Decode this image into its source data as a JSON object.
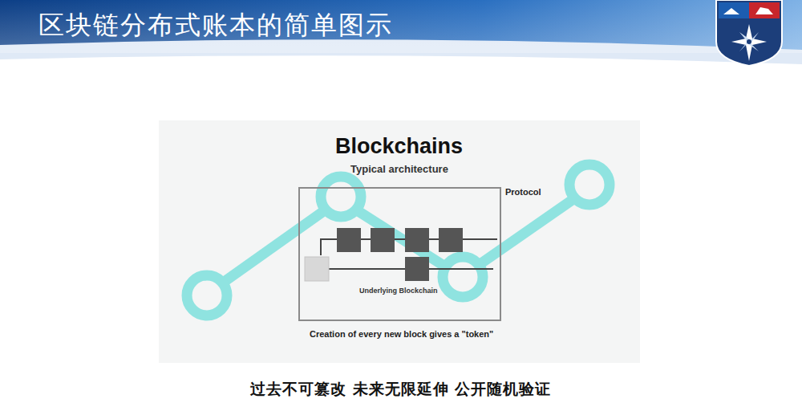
{
  "diagram": {
    "title": "区块链分布式账本的简单图示",
    "caption": "过去不可篡改 未来无限延伸 公开随机验证",
    "nodes": [
      {
        "text": [
          "Protocol"
        ]
      }
    ],
    "labels": [
      "Blockchains",
      "Typical architecture",
      "Underlying Blockchain",
      "Creation of every new block gives a \"token\""
    ]
  }
}
